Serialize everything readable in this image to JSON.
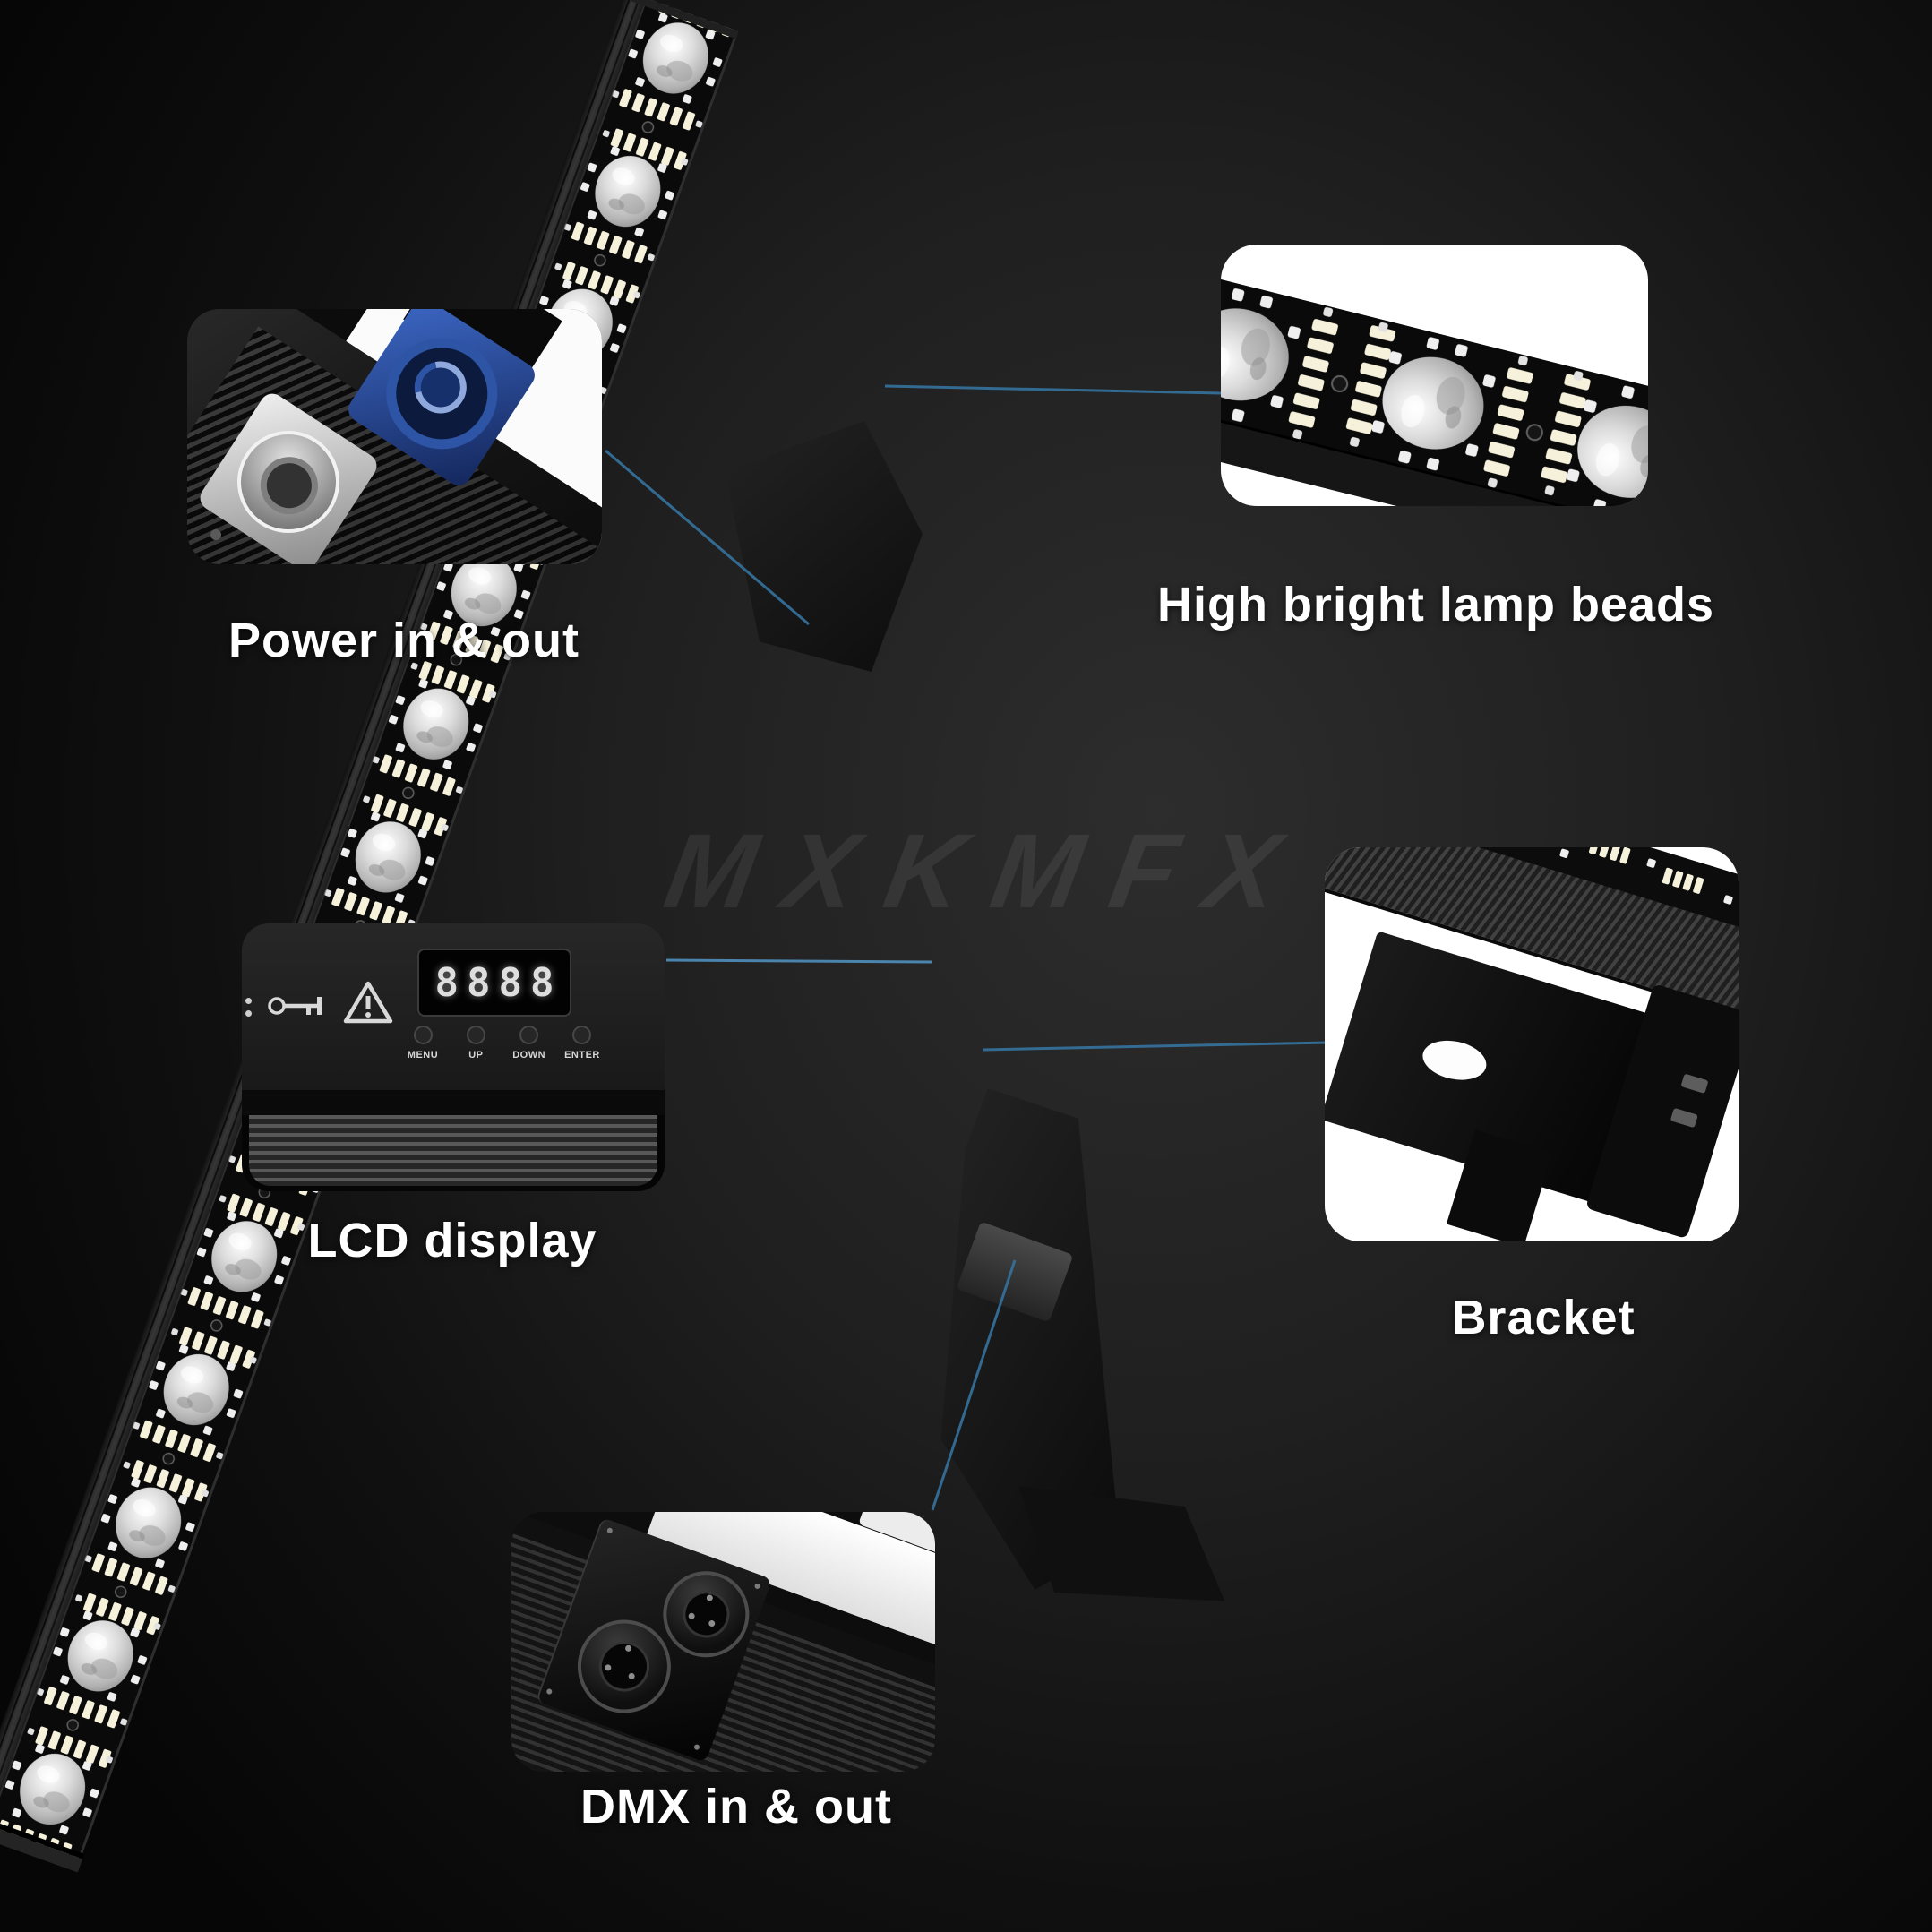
{
  "scene": {
    "watermark": "MXKMFX",
    "background_color": "#1e1e1e"
  },
  "callouts": {
    "power": {
      "label": "Power in & out"
    },
    "beads": {
      "label": "High bright lamp beads"
    },
    "lcd": {
      "label": "LCD display"
    },
    "bracket": {
      "label": "Bracket"
    },
    "dmx": {
      "label": "DMX in & out"
    }
  },
  "lcd_panel": {
    "display_value": "8888",
    "buttons": [
      "MENU",
      "UP",
      "DOWN",
      "ENTER"
    ],
    "icons": [
      "key-icon",
      "warning-icon"
    ]
  },
  "colors": {
    "callout_line": "#35719c",
    "label_text": "#ffffff",
    "inset_background": "#ffffff",
    "powercon_blue": "#2b59b8",
    "led_strip_white": "#f6f1da"
  }
}
